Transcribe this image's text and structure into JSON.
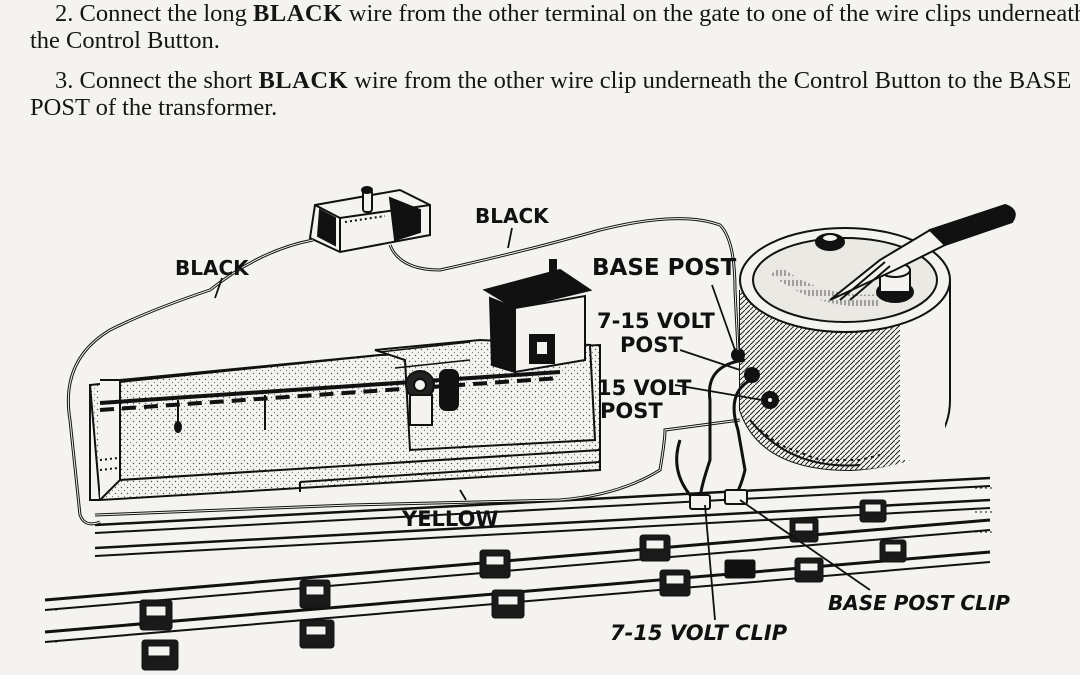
{
  "instructions": {
    "step2": {
      "number": "2.",
      "pre": "Connect the long",
      "bold": "BLACK",
      "post": "wire from the other terminal on the gate to one of the wire clips underneath the Control Button."
    },
    "step3": {
      "number": "3.",
      "pre": "Connect the short",
      "bold": "BLACK",
      "post": "wire from the other wire clip underneath the Control Button to the BASE POST of the transformer."
    }
  },
  "diagram": {
    "labels": {
      "black_top": "BLACK",
      "black_left": "BLACK",
      "base_post": "BASE POST",
      "volt_7_15_post_1": "7-15 VOLT",
      "volt_7_15_post_2": "POST",
      "volt_15_post_1": "15 VOLT",
      "volt_15_post_2": "POST",
      "yellow": "YELLOW",
      "base_post_clip": "BASE POST CLIP",
      "volt_7_15_clip": "7-15 VOLT CLIP"
    }
  }
}
